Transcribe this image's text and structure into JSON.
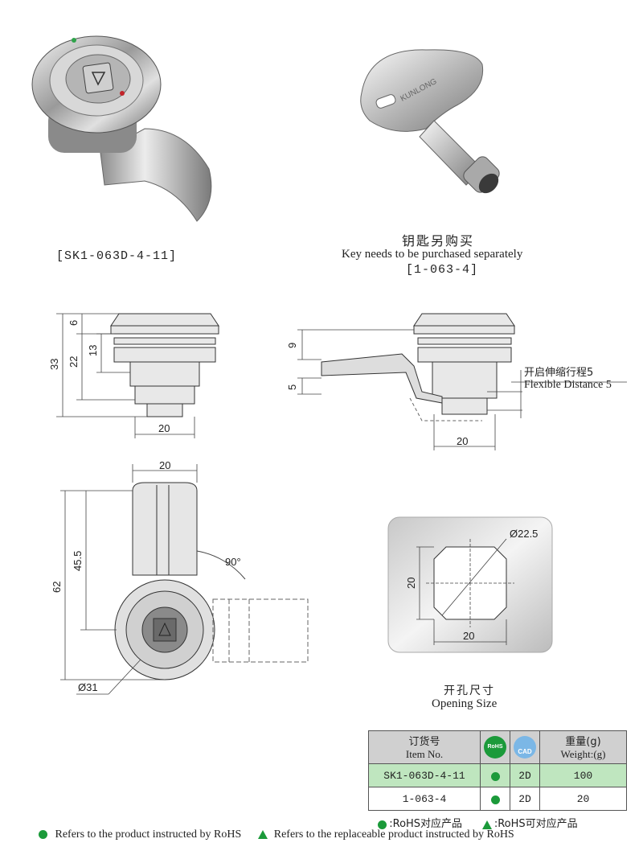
{
  "lock_photo": {
    "caption": "[SK1-063D-4-11]"
  },
  "key_photo": {
    "caption_cn": "钥匙另购买",
    "caption_en": "Key needs to be purchased separately",
    "code": "[1-063-4]",
    "embossed_text": "KUNLONG"
  },
  "side_view": {
    "dim_height_total": "33",
    "dim_height_body": "22",
    "dim_height_thread": "13",
    "dim_flange": "6",
    "dim_width": "20"
  },
  "flex_view": {
    "dim_9": "9",
    "dim_5": "5",
    "dim_width": "20",
    "label_cn": "开启伸缩行程5",
    "label_en": "Flexible Distance 5"
  },
  "front_view": {
    "dim_width": "20",
    "dim_length": "62",
    "dim_center": "45.5",
    "dim_angle": "90°",
    "dim_diameter": "Ø31"
  },
  "opening": {
    "dim_diameter": "Ø22.5",
    "dim_h": "20",
    "dim_w": "20",
    "title_cn": "开孔尺寸",
    "title_en": "Opening Size"
  },
  "table": {
    "header": {
      "item_cn": "订货号",
      "item_en": "Item No.",
      "rohs": "RoHS",
      "cad": "CAD",
      "weight_cn": "重量(g)",
      "weight_en": "Weight:(g)"
    },
    "rows": [
      {
        "item": "SK1-063D-4-11",
        "cad": "2D",
        "weight": "100"
      },
      {
        "item": "1-063-4",
        "cad": "2D",
        "weight": "20"
      }
    ],
    "note_a": ":RoHS对应产品",
    "note_b": ":RoHS可对应产品"
  },
  "legend": {
    "rohs": "Refers to the product instructed by RoHS",
    "replaceable": "Refers to the replaceable product instructed by RoHS"
  },
  "colors": {
    "rohs_green": "#1b9a3a",
    "highlight_row": "#bfe6bf",
    "header_gray": "#d0d0d0",
    "cad_blue": "#7bb7e6"
  }
}
